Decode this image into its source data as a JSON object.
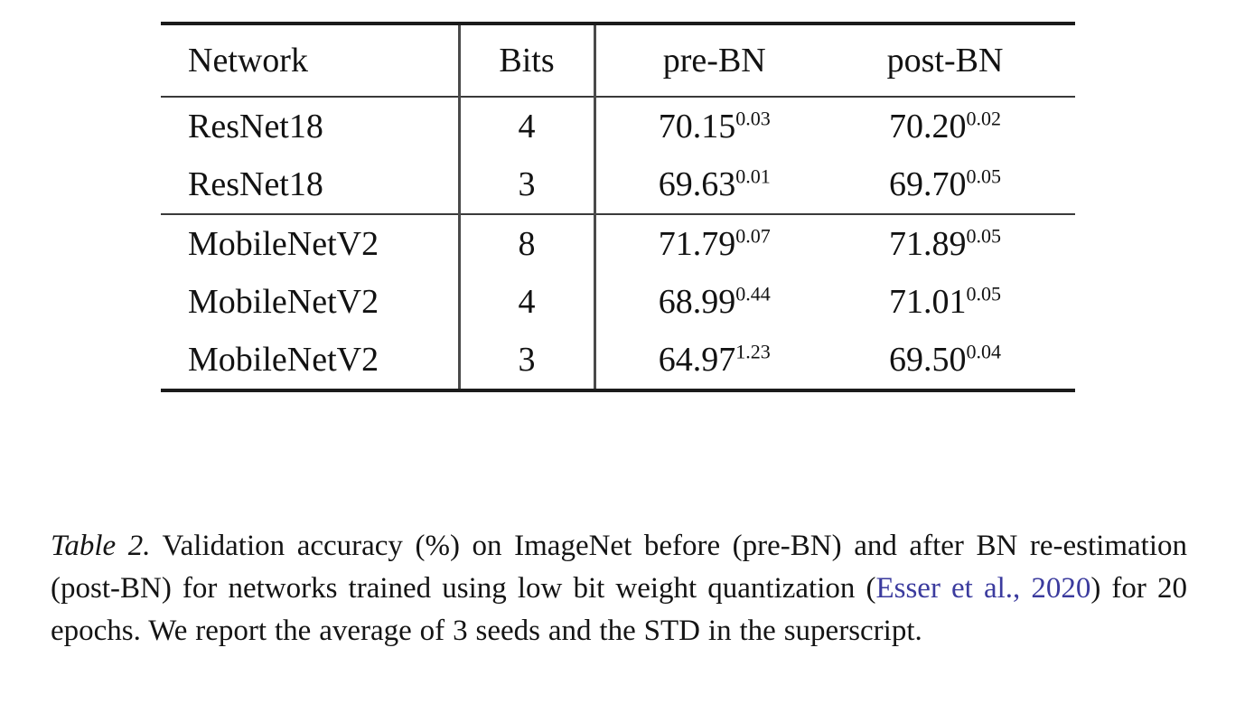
{
  "table": {
    "columns": [
      "Network",
      "Bits",
      "pre-BN",
      "post-BN"
    ],
    "groups": [
      {
        "rows": [
          {
            "network": "ResNet18",
            "bits": "4",
            "pre_bn": "70.15",
            "pre_bn_std": "0.03",
            "post_bn": "70.20",
            "post_bn_std": "0.02"
          },
          {
            "network": "ResNet18",
            "bits": "3",
            "pre_bn": "69.63",
            "pre_bn_std": "0.01",
            "post_bn": "69.70",
            "post_bn_std": "0.05"
          }
        ]
      },
      {
        "rows": [
          {
            "network": "MobileNetV2",
            "bits": "8",
            "pre_bn": "71.79",
            "pre_bn_std": "0.07",
            "post_bn": "71.89",
            "post_bn_std": "0.05"
          },
          {
            "network": "MobileNetV2",
            "bits": "4",
            "pre_bn": "68.99",
            "pre_bn_std": "0.44",
            "post_bn": "71.01",
            "post_bn_std": "0.05"
          },
          {
            "network": "MobileNetV2",
            "bits": "3",
            "pre_bn": "64.97",
            "pre_bn_std": "1.23",
            "post_bn": "69.50",
            "post_bn_std": "0.04"
          }
        ]
      }
    ]
  },
  "caption": {
    "label": "Table 2.",
    "text_before_cite": " Validation accuracy (%) on ImageNet before (pre-BN) and after BN re-estimation (post-BN) for networks trained using low bit weight quantization (",
    "citation": "Esser et al., 2020",
    "text_after_cite": ") for 20 epochs. We report the average of 3 seeds and the STD in the superscript."
  },
  "colors": {
    "text": "#141414",
    "citation_link": "#3b3b9e",
    "rule_heavy": "#1b1b1b",
    "rule_light": "#3a3a3a"
  }
}
